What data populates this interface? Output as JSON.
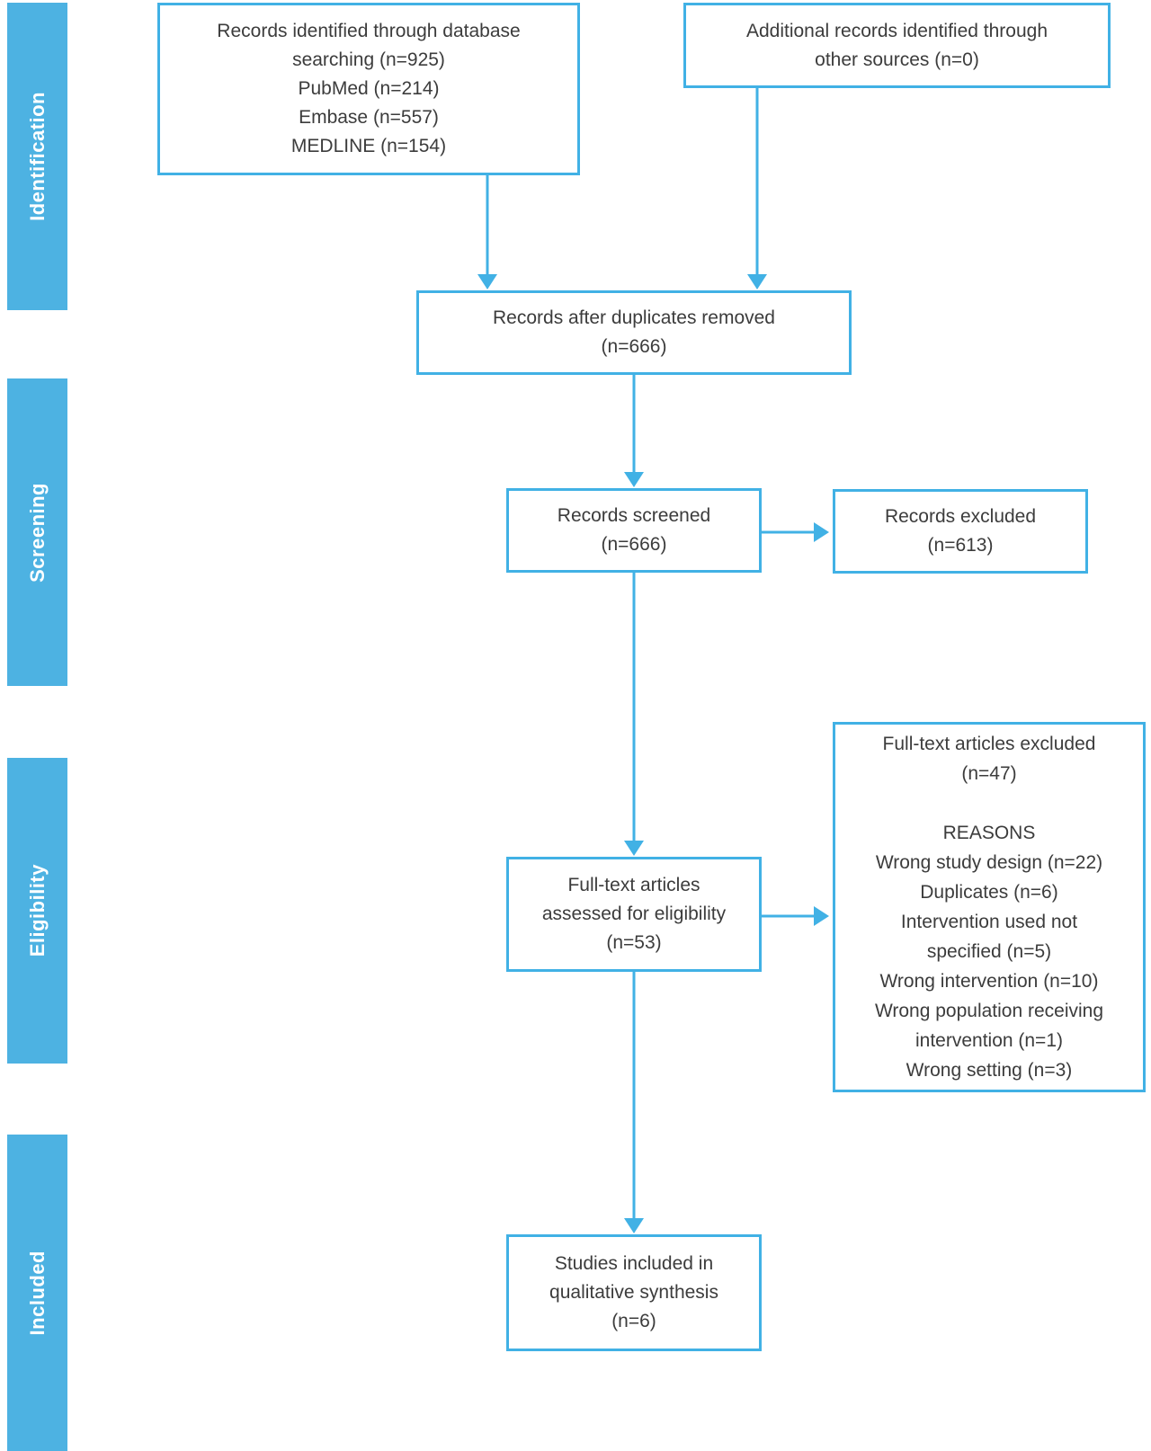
{
  "sidebar": {
    "stages": [
      {
        "label": "Identification"
      },
      {
        "label": "Screening"
      },
      {
        "label": "Eligibility"
      },
      {
        "label": "Included"
      }
    ]
  },
  "boxes": {
    "identified": {
      "text": "Records identified through database\nsearching (n=925)\nPubMed (n=214)\nEmbase (n=557)\nMEDLINE (n=154)",
      "n_total": 925,
      "n_pubmed": 214,
      "n_embase": 557,
      "n_medline": 154
    },
    "additional": {
      "text": "Additional records identified through\nother sources (n=0)",
      "n": 0
    },
    "deduped": {
      "text": "Records after duplicates removed\n(n=666)",
      "n": 666
    },
    "screened": {
      "text": "Records screened\n(n=666)",
      "n": 666
    },
    "excluded": {
      "text": "Records excluded\n(n=613)",
      "n": 613
    },
    "fulltext": {
      "text": "Full-text articles\nassessed for eligibility\n(n=53)",
      "n": 53
    },
    "fulltext_excluded": {
      "text": "Full-text articles excluded\n(n=47)\n\nREASONS\nWrong study design (n=22)\nDuplicates (n=6)\nIntervention used not\nspecified (n=5)\nWrong intervention (n=10)\nWrong population receiving\nintervention (n=1)\nWrong setting (n=3)",
      "n": 47,
      "reasons": [
        {
          "label": "Wrong study design",
          "n": 22
        },
        {
          "label": "Duplicates",
          "n": 6
        },
        {
          "label": "Intervention used not specified",
          "n": 5
        },
        {
          "label": "Wrong intervention",
          "n": 10
        },
        {
          "label": "Wrong population receiving intervention",
          "n": 1
        },
        {
          "label": "Wrong setting",
          "n": 3
        }
      ]
    },
    "included": {
      "text": "Studies included in\nqualitative synthesis\n(n=6)",
      "n": 6
    }
  },
  "colors": {
    "accent_blue": "#41b1e5",
    "sidebar_blue": "#4db2e2",
    "text_dark": "#3c3c3c"
  }
}
